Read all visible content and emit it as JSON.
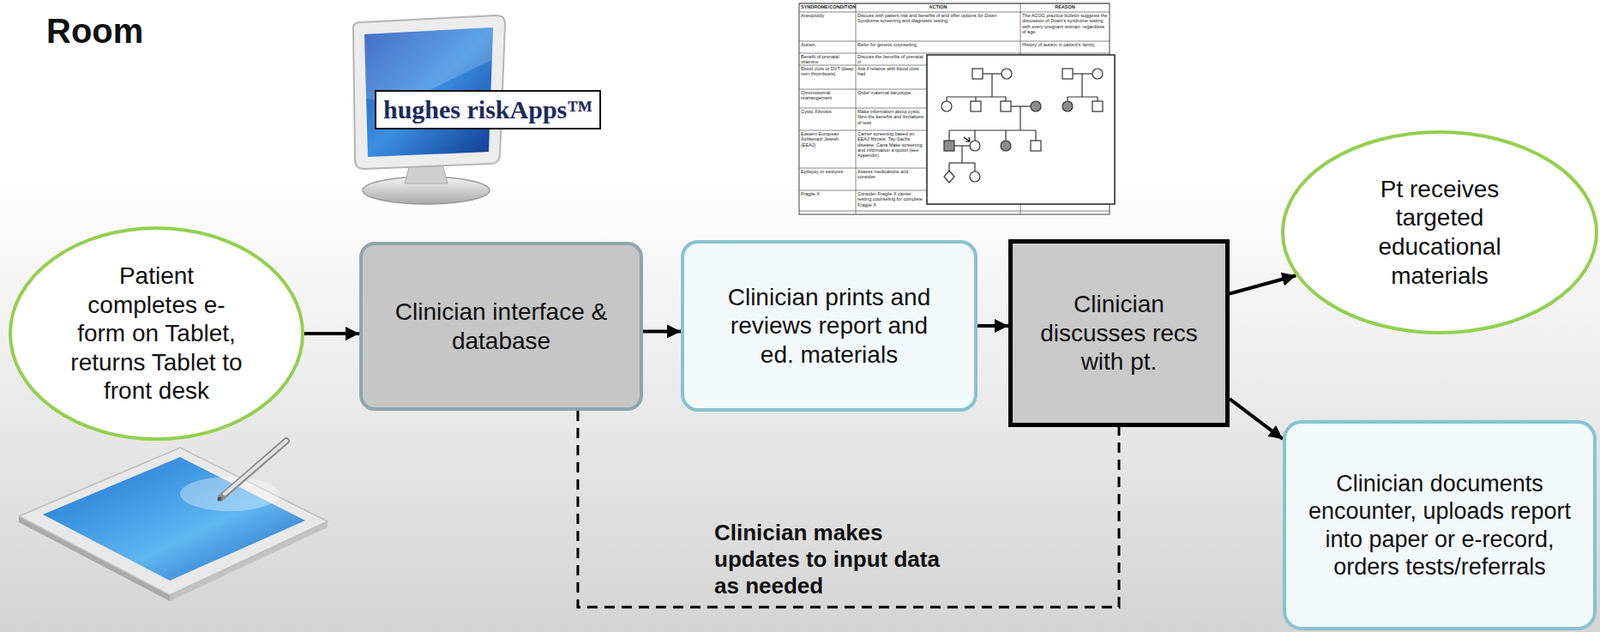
{
  "diagram": {
    "title": "Room",
    "nodes": [
      {
        "text": [
          "Patient completes e-form on Tablet, returns Tablet to front desk"
        ]
      },
      {
        "text": [
          "Clinician interface & database"
        ]
      },
      {
        "text": [
          "Clinician prints and reviews report and ed. materials"
        ]
      },
      {
        "text": [
          "Clinician discusses recs with pt."
        ]
      },
      {
        "text": [
          "Pt receives targeted educational materials"
        ]
      },
      {
        "text": [
          "Clinician documents encounter, uploads report into paper or e-record, orders tests/referrals"
        ]
      }
    ],
    "edges": [
      {
        "from": 0,
        "to": 1,
        "arrow": "to"
      },
      {
        "from": 1,
        "to": 2,
        "arrow": "to"
      },
      {
        "from": 2,
        "to": 3,
        "arrow": "to"
      },
      {
        "from": 3,
        "to": 4,
        "arrow": "to"
      },
      {
        "from": 3,
        "to": 5,
        "arrow": "to"
      },
      {
        "from": 1,
        "to": 3,
        "arrow": "none",
        "label": "Clinician makes updates to input data as needed"
      }
    ],
    "labels": [
      "hughes riskApps™",
      "SYNDROME/CONDITION",
      "ACTION",
      "REASON",
      "Aneuploidy",
      "Discuss with patient risk and benefits of and offer options for Down Syndrome screening and diagnostic testing",
      "The ACOG practice bulletin suggests the discussion of Down's syndrome testing with every pregnant woman, regardless of age.",
      "Autism",
      "Refer for genetic counseling.",
      "History of autism in patient's family.",
      "Benefit of prenatal vitamins",
      "Discuss the benefits of prenatal vi",
      "Blood clots or DVT (deep vein thrombosis)",
      "Ask if relative with blood clots had",
      "Chromosomal rearrangement",
      "Order maternal karyotype.",
      "Cystic Fibrosis",
      "Make information about cystic fibro the benefits and limitations of testi",
      "Eastern European Ashkenazi Jewish (EEAJ)",
      "Carrier screening based on EEAJ fibrosis, Tay-Sachs disease, Cana Make screening and information a option (see Appendix).",
      "Epilepsy or seizures",
      "Assess medications and consider",
      "Fragile X",
      "Consider Fragile X carrier testing counseling for complete Fragile X"
    ]
  }
}
